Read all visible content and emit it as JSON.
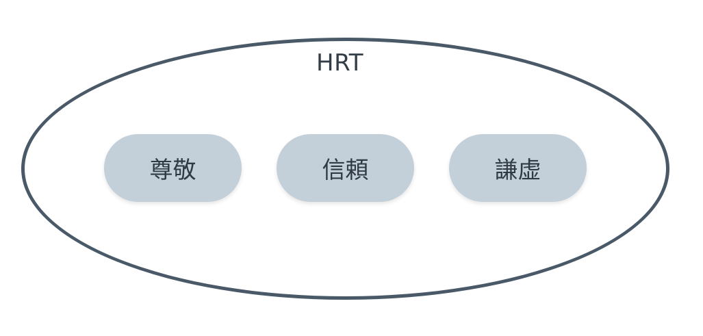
{
  "diagram": {
    "group": {
      "label": "HRT",
      "border_color": "#4a5968"
    },
    "nodes": [
      {
        "label": "尊敬"
      },
      {
        "label": "信頼"
      },
      {
        "label": "謙虚"
      }
    ],
    "node_fill": "#c3d0da",
    "text_color": "#2f3a44"
  }
}
